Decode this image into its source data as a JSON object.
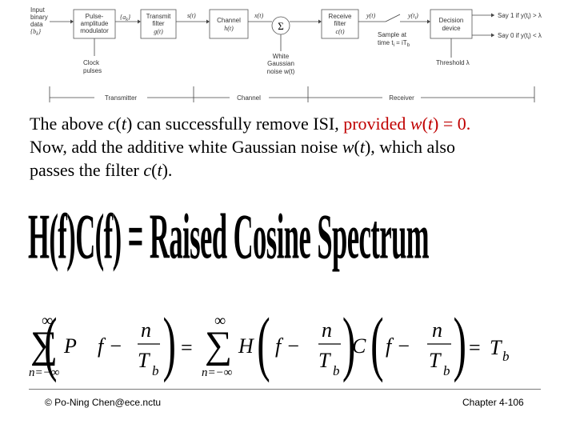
{
  "diagram": {
    "input": [
      "Input",
      "binary",
      "data",
      "{b",
      "k",
      "}"
    ],
    "input_seq": "{a",
    "input_seq_sub": "k",
    "input_seq_close": "}",
    "pam": [
      "Pulse-",
      "amplitude",
      "modulator"
    ],
    "s_t": "s(t)",
    "tx_filter": [
      "Transmit",
      "filter"
    ],
    "g_t": "g(t)",
    "channel": [
      "Channel",
      "h(t)"
    ],
    "x_t": "x(t)",
    "rx_filter": [
      "Receive",
      "filter"
    ],
    "c_t": "c(t)",
    "y_t": "y(t)",
    "y_ti": "y(t",
    "y_ti_sub": "i",
    "y_ti_close": ")",
    "sample": [
      "Sample at",
      "time t",
      "i",
      " = iT",
      "b"
    ],
    "decision": [
      "Decision",
      "device"
    ],
    "out1": "Say 1 if y(t",
    "out0": "Say 0 if y(t",
    "out_sub": "i",
    "out1_tail": ") > λ",
    "out0_tail": ") < λ",
    "sigma": "Σ",
    "clock": [
      "Clock",
      "pulses"
    ],
    "noise": [
      "White",
      "Gaussian",
      "noise w(t)"
    ],
    "threshold": "Threshold λ",
    "sections": [
      "Transmitter",
      "Channel",
      "Receiver"
    ]
  },
  "body": {
    "line1_a": "The above ",
    "line1_b": "c",
    "line1_c": "(",
    "line1_d": "t",
    "line1_e": ") can successfully remove ISI, ",
    "line1_red_a": "provided ",
    "line1_red_b": "w",
    "line1_red_c": "(",
    "line1_red_d": "t",
    "line1_red_e": ") = 0.",
    "line2_a": "Now, add the additive white Gaussian noise ",
    "line2_b": "w",
    "line2_c": "(",
    "line2_d": "t",
    "line2_e": "), which also",
    "line3_a": "passes the filter ",
    "line3_b": "c",
    "line3_c": "(",
    "line3_d": "t",
    "line3_e": ")."
  },
  "heading": "H(f)C(f) = Raised Cosine Spectrum",
  "formula": {
    "sum": "∑",
    "inf": "∞",
    "lower": "n=−∞",
    "P": "P",
    "H": "H",
    "C": "C",
    "f_minus": "f −",
    "n": "n",
    "T": "T",
    "b": "b",
    "eq": "=",
    "rhs_T": "T",
    "rhs_b": "b"
  },
  "footer": {
    "left": "© Po-Ning Chen@ece.nctu",
    "right": "Chapter 4-106"
  }
}
